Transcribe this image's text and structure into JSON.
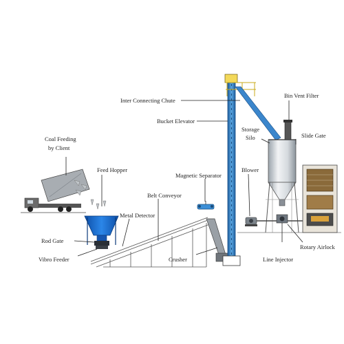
{
  "labels": {
    "coal_feeding": "Coal Feeding",
    "by_client": "by Client",
    "feed_hopper": "Feed Hopper",
    "rod_gate": "Rod Gate",
    "vibro_feeder": "Vibro Feeder",
    "metal_detector": "Metal Detector",
    "belt_conveyor": "Belt Conveyor",
    "magnetic_separator": "Magnetic Separator",
    "crusher": "Crusher",
    "inter_connecting_chute": "Inter Connecting Chute",
    "bucket_elevator": "Bucket Elevator",
    "storage": "Storage",
    "silo": "Silo",
    "bin_vent_filter": "Bin Vent Filter",
    "slide_gate": "Slide Gate",
    "blower": "Blower",
    "rotary_airlock": "Rotary Airlock",
    "line_injector": "Line Injector"
  },
  "colors": {
    "elevator": "#2f7fc1",
    "hopper": "#1f6fd0",
    "steel": "#4a4a4a",
    "silo": "#d9dde2",
    "boiler": "#8a6a3a"
  }
}
